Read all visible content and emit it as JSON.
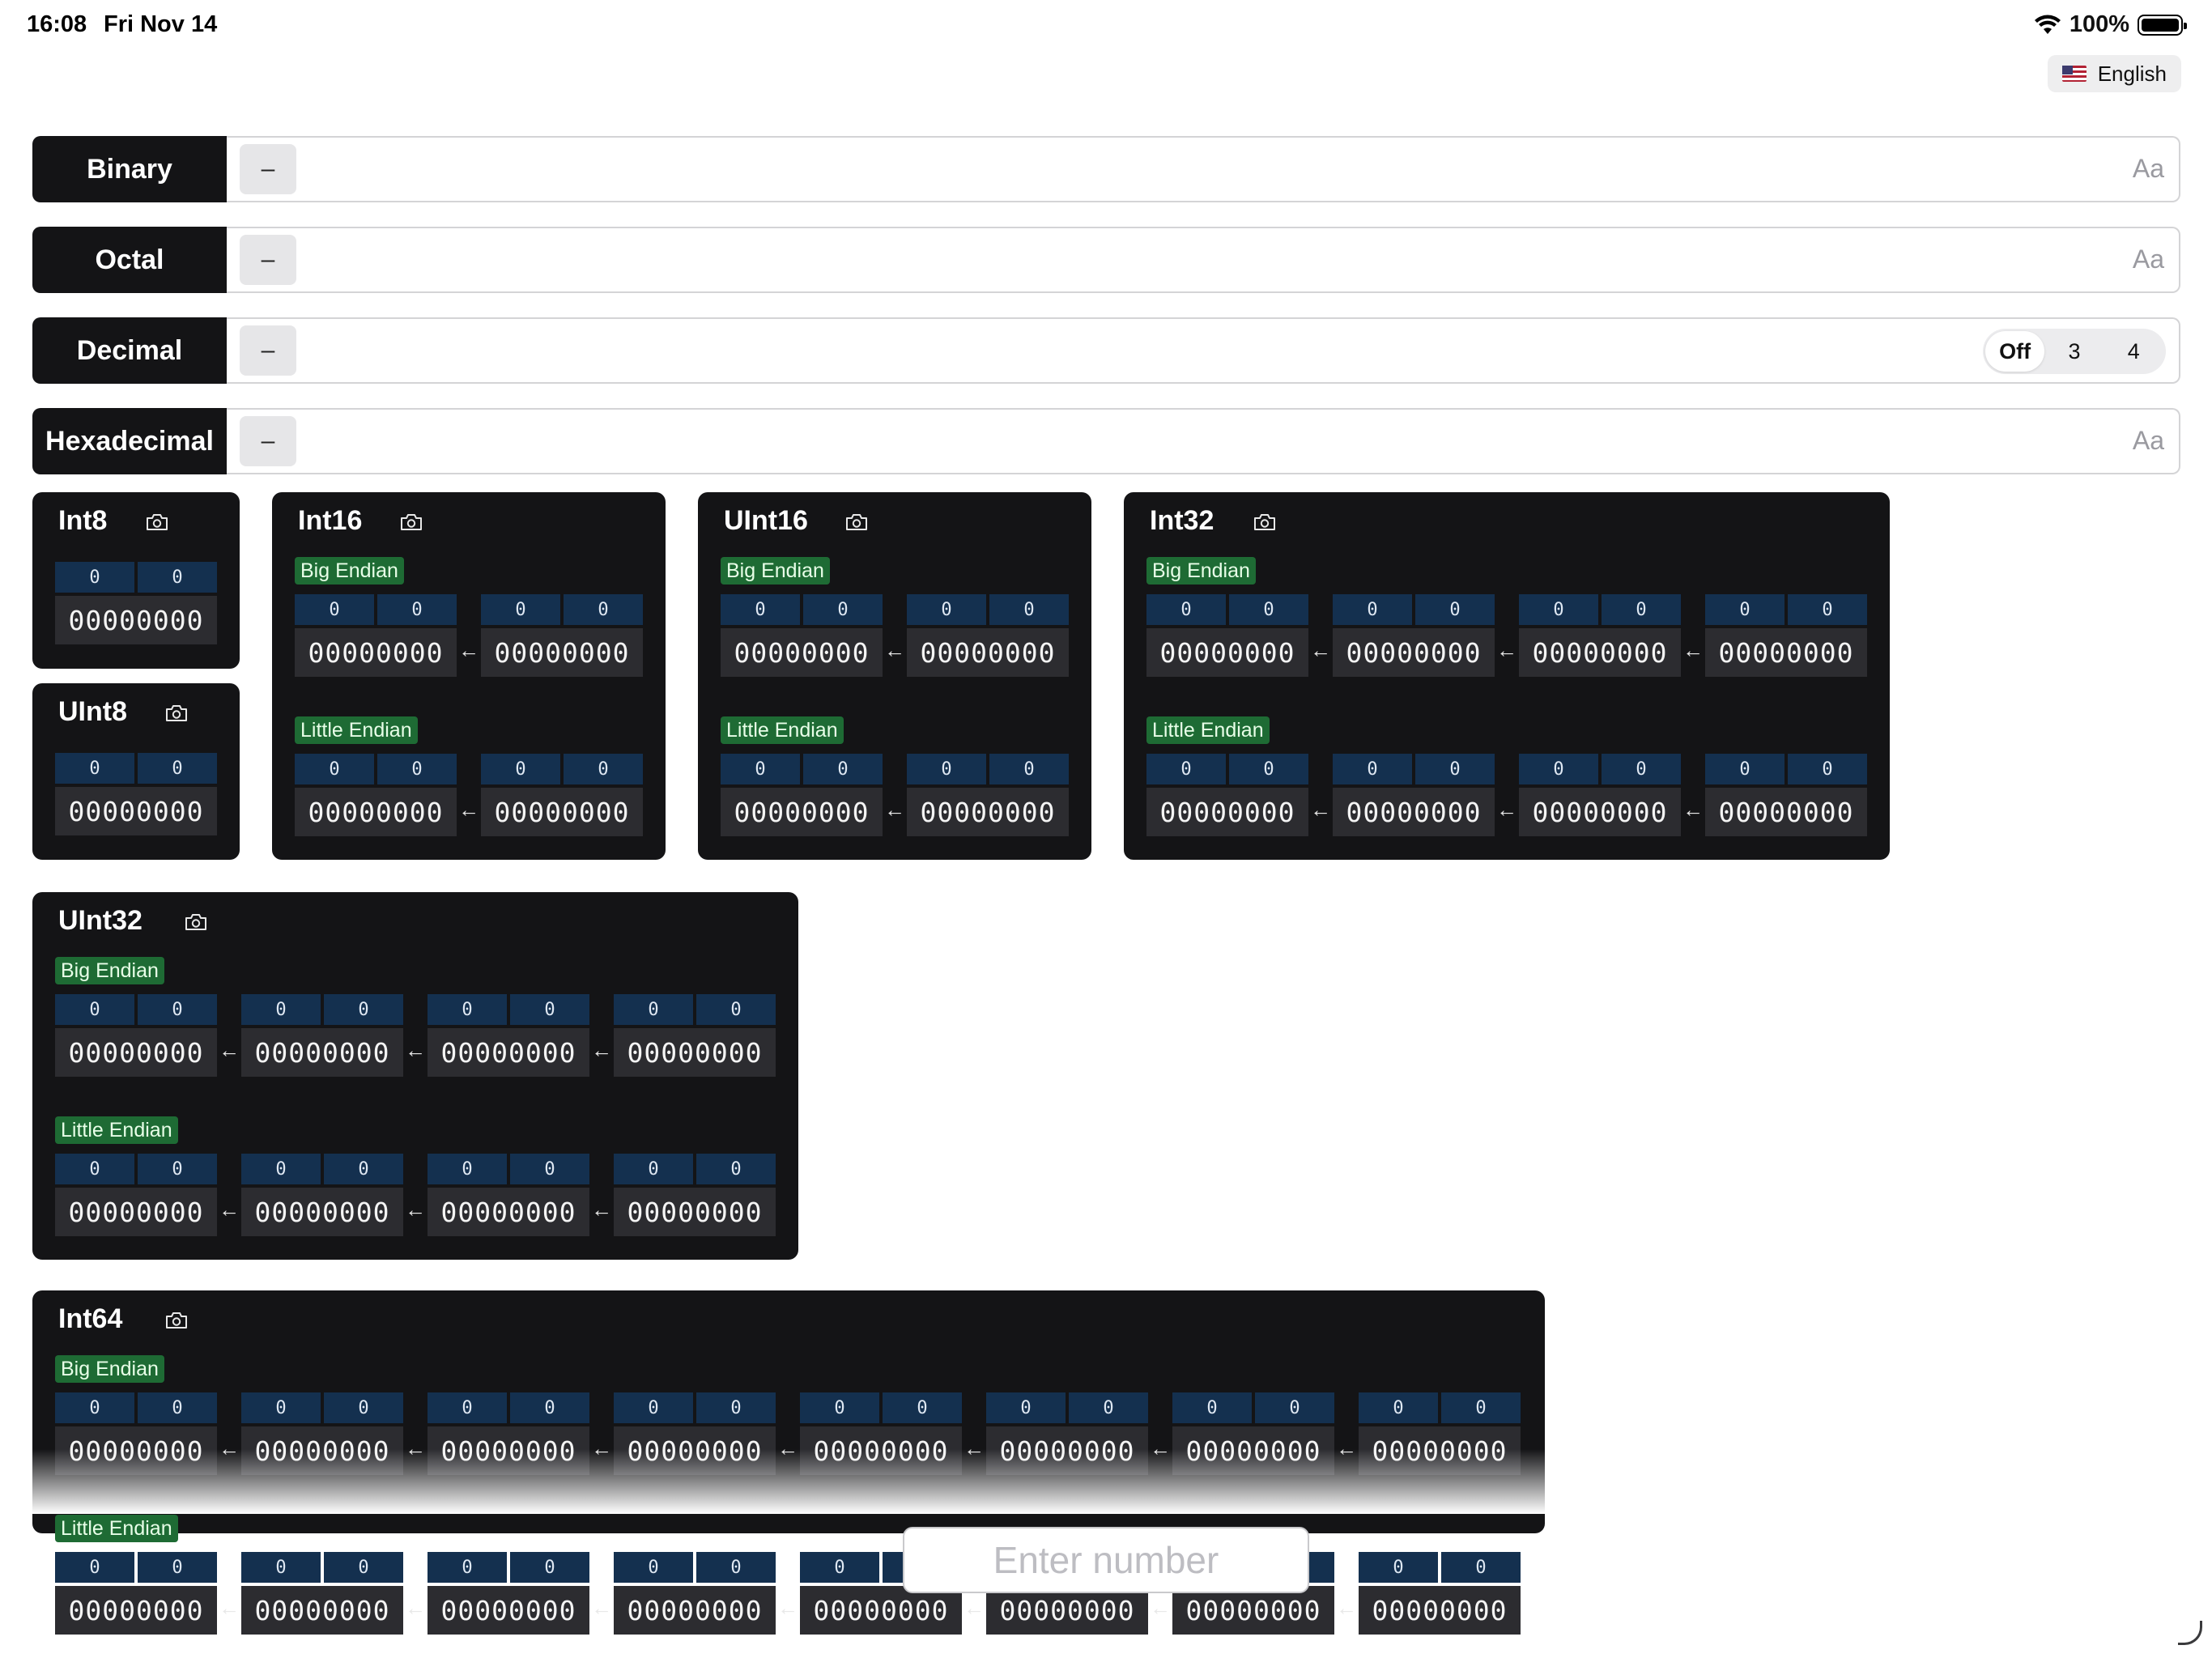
{
  "status_bar": {
    "time": "16:08",
    "date": "Fri Nov 14",
    "battery": "100%"
  },
  "language": {
    "label": "English",
    "flag": "us-flag-icon"
  },
  "bases": [
    {
      "label": "Binary",
      "minus": "–",
      "trailing": "Aa"
    },
    {
      "label": "Octal",
      "minus": "–",
      "trailing": "Aa"
    },
    {
      "label": "Decimal",
      "minus": "–",
      "grouping": [
        "Off",
        "3",
        "4"
      ],
      "grouping_selected": "Off"
    },
    {
      "label": "Hexadecimal",
      "minus": "–",
      "trailing": "Aa"
    }
  ],
  "endian": {
    "big": "Big Endian",
    "little": "Little Endian"
  },
  "byte_value": {
    "hi": "0",
    "lo": "0",
    "bits": "00000000"
  },
  "arrow": "←",
  "types": [
    {
      "name": "Int8",
      "bytes": 1,
      "endian_views": false
    },
    {
      "name": "UInt8",
      "bytes": 1,
      "endian_views": false
    },
    {
      "name": "Int16",
      "bytes": 2,
      "endian_views": true
    },
    {
      "name": "UInt16",
      "bytes": 2,
      "endian_views": true
    },
    {
      "name": "Int32",
      "bytes": 4,
      "endian_views": true
    },
    {
      "name": "UInt32",
      "bytes": 4,
      "endian_views": true
    },
    {
      "name": "Int64",
      "bytes": 8,
      "endian_views": true
    }
  ],
  "input": {
    "placeholder": "Enter number",
    "value": ""
  },
  "colors": {
    "card_bg": "#141416",
    "badge_bg": "#1e6b34",
    "nibble_bg": "#14304f",
    "bits_bg": "#2c2c30"
  }
}
